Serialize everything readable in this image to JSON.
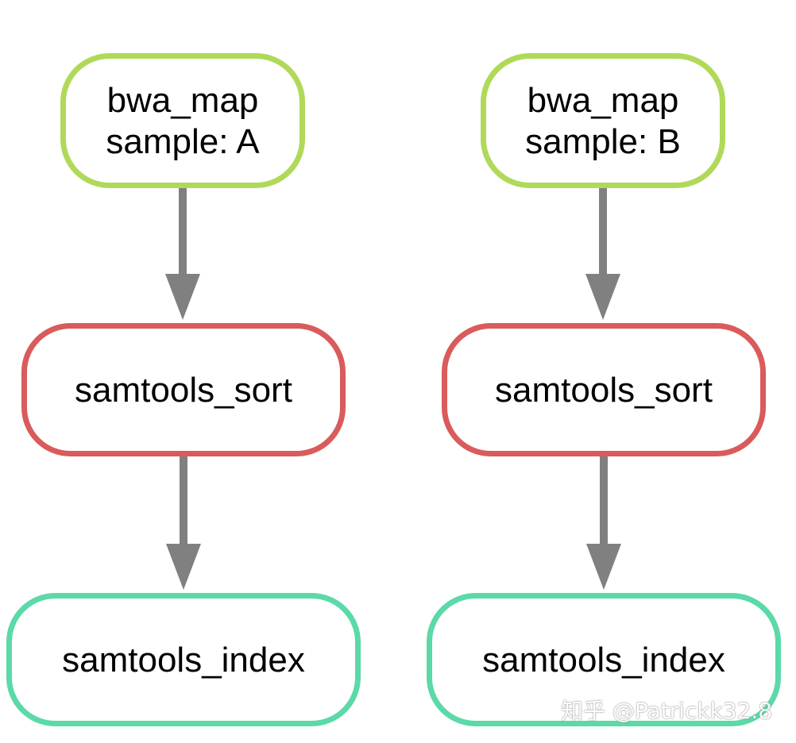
{
  "diagram": {
    "colors": {
      "edge": "#808080",
      "background": "#ffffff"
    },
    "nodes": [
      {
        "id": "bwa_map_A",
        "lines": [
          "bwa_map",
          "sample: A"
        ],
        "color": "#b0d95a"
      },
      {
        "id": "sort_A",
        "lines": [
          "samtools_sort"
        ],
        "color": "#d95b5b"
      },
      {
        "id": "index_A",
        "lines": [
          "samtools_index"
        ],
        "color": "#5bd9a8"
      },
      {
        "id": "bwa_map_B",
        "lines": [
          "bwa_map",
          "sample: B"
        ],
        "color": "#b0d95a"
      },
      {
        "id": "sort_B",
        "lines": [
          "samtools_sort"
        ],
        "color": "#d95b5b"
      },
      {
        "id": "index_B",
        "lines": [
          "samtools_index"
        ],
        "color": "#5bd9a8"
      }
    ],
    "edges": [
      {
        "from": "bwa_map_A",
        "to": "sort_A"
      },
      {
        "from": "sort_A",
        "to": "index_A"
      },
      {
        "from": "bwa_map_B",
        "to": "sort_B"
      },
      {
        "from": "sort_B",
        "to": "index_B"
      }
    ]
  },
  "watermark": {
    "text": "知乎 @Patrickk32.8"
  }
}
